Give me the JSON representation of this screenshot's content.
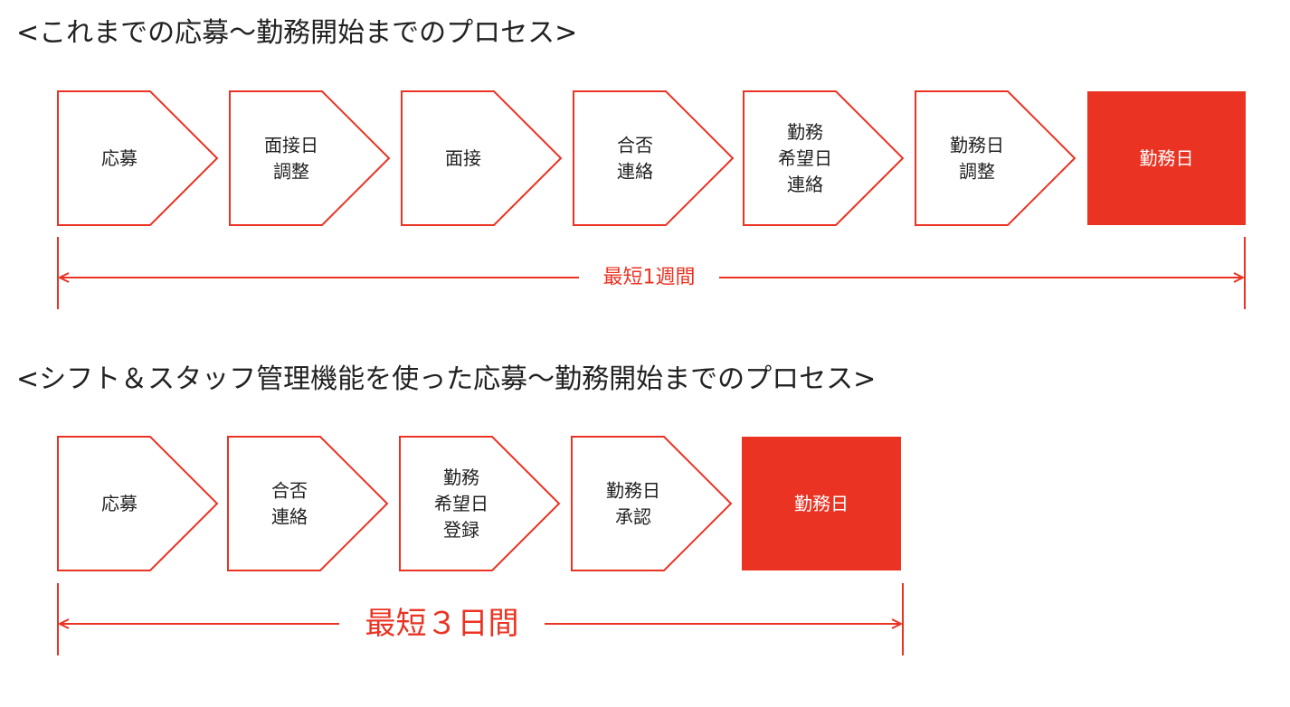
{
  "colors": {
    "accent": "#ea3323",
    "text": "#222222",
    "final_text": "#ffffff"
  },
  "sections": [
    {
      "heading": "<これまでの応募〜勤務開始までのプロセス>",
      "steps": [
        {
          "lines": [
            "応募"
          ]
        },
        {
          "lines": [
            "面接日",
            "調整"
          ]
        },
        {
          "lines": [
            "面接"
          ]
        },
        {
          "lines": [
            "合否",
            "連絡"
          ]
        },
        {
          "lines": [
            "勤務",
            "希望日",
            "連絡"
          ]
        },
        {
          "lines": [
            "勤務日",
            "調整"
          ]
        },
        {
          "lines": [
            "勤務日"
          ],
          "final": true
        }
      ],
      "duration": "最短1週間"
    },
    {
      "heading": "<シフト＆スタッフ管理機能を使った応募〜勤務開始までのプロセス>",
      "steps": [
        {
          "lines": [
            "応募"
          ]
        },
        {
          "lines": [
            "合否",
            "連絡"
          ]
        },
        {
          "lines": [
            "勤務",
            "希望日",
            "登録"
          ]
        },
        {
          "lines": [
            "勤務日",
            "承認"
          ]
        },
        {
          "lines": [
            "勤務日"
          ],
          "final": true
        }
      ],
      "duration": "最短３日間"
    }
  ]
}
